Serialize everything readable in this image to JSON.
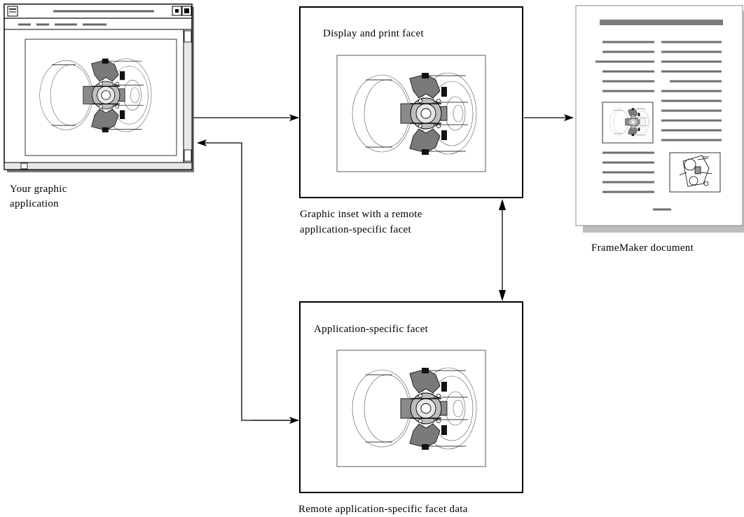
{
  "labels": {
    "app_caption_line1": "Your graphic",
    "app_caption_line2": "application",
    "display_facet_title": "Display and print facet",
    "inset_caption_line1": "Graphic inset with a remote",
    "inset_caption_line2": "application-specific facet",
    "app_facet_title": "Application-specific facet",
    "remote_caption": "Remote application-specific facet data",
    "framemaker_caption": "FrameMaker document"
  },
  "icons": {
    "window_menu": "window-menu-icon",
    "window_zoom": "window-zoom-icon",
    "window_minimize": "window-minimize-icon",
    "part_drawing": "mechanical-part-drawing-icon"
  }
}
